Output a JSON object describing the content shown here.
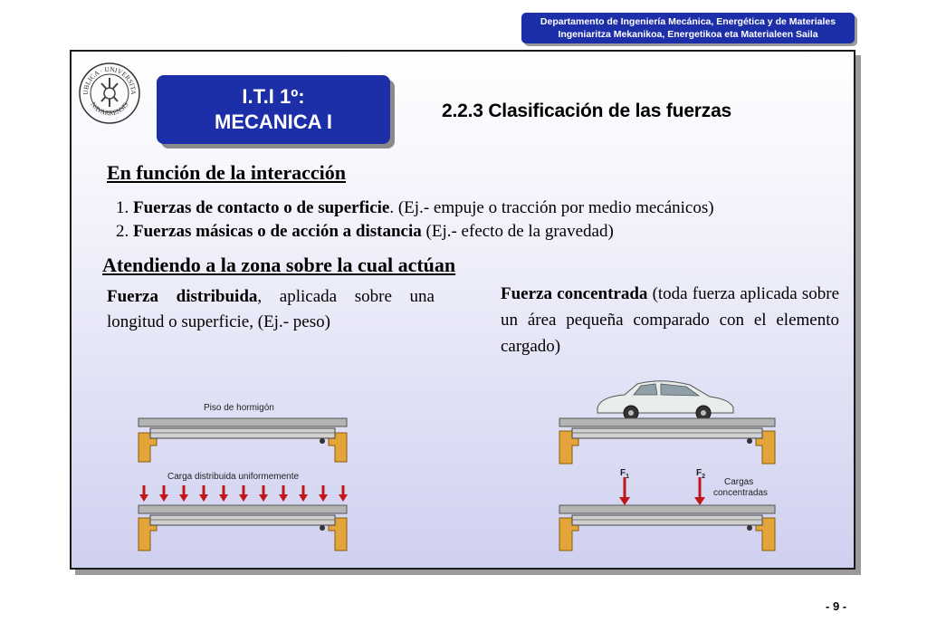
{
  "header": {
    "dept_line1": "Departamento de Ingeniería Mecánica, Energética y de Materiales",
    "dept_line2": "Ingeniaritza Mekanikoa, Energetikoa eta Materialeen Saila"
  },
  "seal": {
    "top_text": "PUBLICA · UNIVERSITAS",
    "bottom_text": "NAVARRENSIS"
  },
  "course": {
    "line1": "I.T.I 1º:",
    "line2": "MECANICA I"
  },
  "section_title": "2.2.3 Clasificación de las fuerzas",
  "interaction": {
    "heading": "En función de la interacción",
    "item1_num": "1. ",
    "item1_bold": "Fuerzas de contacto o de superficie",
    "item1_rest": ". (Ej.- empuje o tracción por medio mecánicos)",
    "item2_num": "2. ",
    "item2_bold": "Fuerzas másicas o de acción a distancia",
    "item2_rest": " (Ej.- efecto de la gravedad)"
  },
  "zone": {
    "heading": "Atendiendo a la zona sobre la cual actúan",
    "distributed_bold": "Fuerza distribuida",
    "distributed_rest": ", aplicada sobre una longitud o superficie, (Ej.- peso)",
    "concentrated_bold": "Fuerza concentrada",
    "concentrated_rest": " (toda fuerza aplicada sobre un área pequeña comparado con el elemento cargado)"
  },
  "diagram_left": {
    "top_label": "Piso de hormigón",
    "bottom_label": "Carga distribuida uniformemente"
  },
  "diagram_right": {
    "f1": "F",
    "f1_sub": "1",
    "f2": "F",
    "f2_sub": "2",
    "label_line1": "Cargas",
    "label_line2": "concentradas"
  },
  "page_number": "- 9 -",
  "colors": {
    "header_blue": "#1c2fa8",
    "arrow_red": "#c01818",
    "support_orange": "#e3a53a"
  }
}
